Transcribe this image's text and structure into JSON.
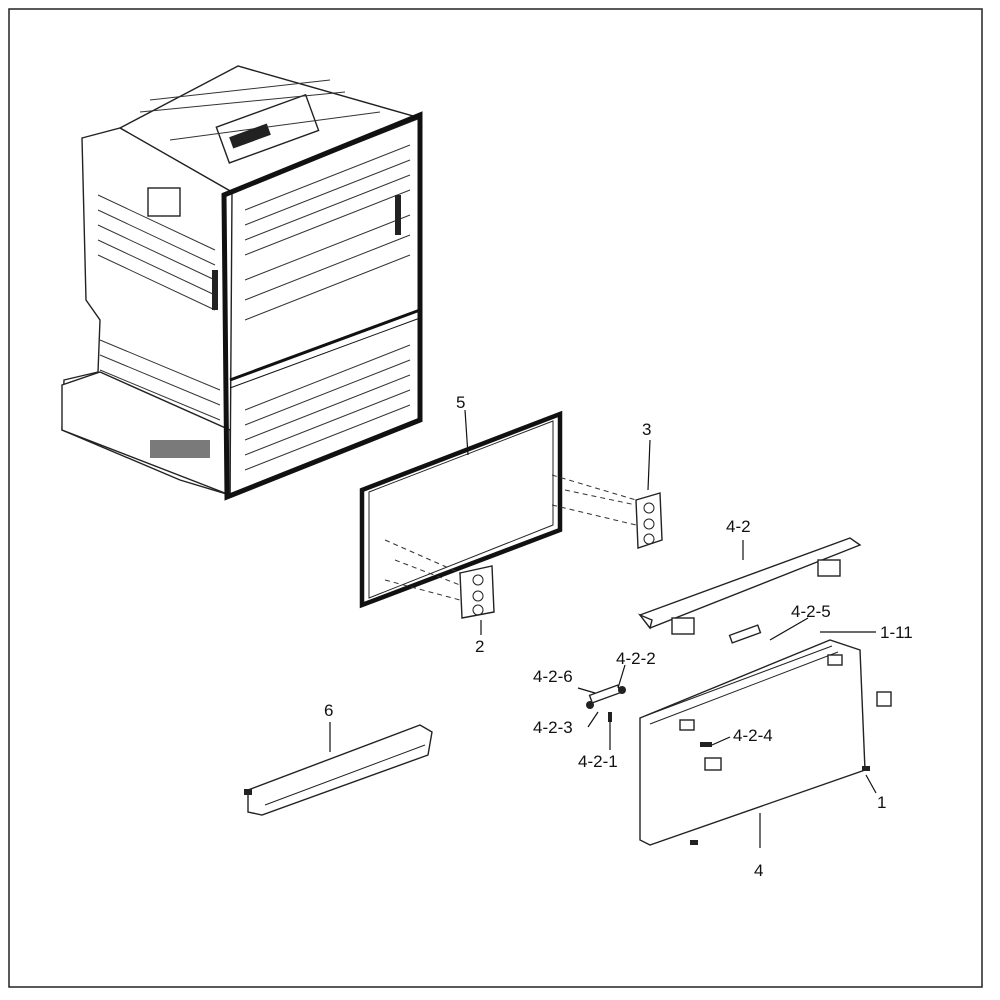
{
  "diagram": {
    "callouts": {
      "c5": "5",
      "c3": "3",
      "c2": "2",
      "c4_2": "4-2",
      "c4_2_5": "4-2-5",
      "c1_11": "1-11",
      "c4_2_6": "4-2-6",
      "c4_2_2": "4-2-2",
      "c4_2_3": "4-2-3",
      "c4_2_1": "4-2-1",
      "c4_2_4": "4-2-4",
      "c1": "1",
      "c6": "6",
      "c4": "4"
    }
  }
}
